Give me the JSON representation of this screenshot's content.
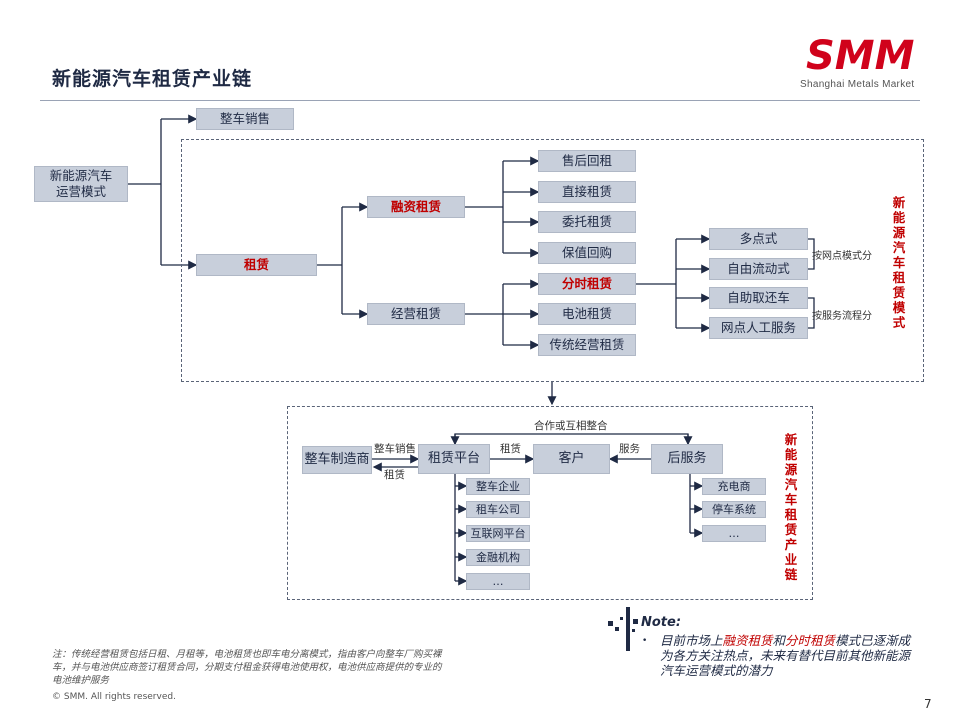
{
  "page": {
    "title": "新能源汽车租赁产业链",
    "logo_text": "SMM",
    "logo_subtitle": "Shanghai Metals Market",
    "page_number": "7",
    "colors": {
      "accent": "#c00000",
      "box_fill": "#c8cfdb",
      "text": "#1f2a44"
    }
  },
  "top_diagram": {
    "root": "新能源汽车\n运营模式",
    "sale": "整车销售",
    "lease": "租赁",
    "financing": "融资租赁",
    "operating": "经营租赁",
    "financing_items": [
      "售后回租",
      "直接租赁",
      "委托租赁",
      "保值回购"
    ],
    "operating_items": [
      "分时租赁",
      "电池租赁",
      "传统经营租赁"
    ],
    "timeshare_modes": [
      "多点式",
      "自由流动式",
      "自助取还车",
      "网点人工服务"
    ],
    "bracket_by_network": "按网点模式分",
    "bracket_by_service": "按服务流程分",
    "side_label": "新能源汽车租赁模式"
  },
  "bottom_diagram": {
    "manufacturer": "整车制造商",
    "platform": "租赁平台",
    "customer": "客户",
    "after_service": "后服务",
    "label_sale": "整车销售",
    "label_lease_back": "租赁",
    "label_lease": "租赁",
    "label_service": "服务",
    "label_cooperate": "合作或互相整合",
    "platform_items": [
      "整车企业",
      "租车公司",
      "互联网平台",
      "金融机构",
      "…"
    ],
    "service_items": [
      "充电商",
      "停车系统",
      "…"
    ],
    "side_label": "新能源汽车租赁产业链"
  },
  "note": {
    "title": "Note:",
    "text_before": "目前市场上",
    "highlight_1": "融资租赁",
    "text_and": "和",
    "highlight_2": "分时租赁",
    "text_after": "模式已逐渐成为各方关注热点，未来有替代目前其他新能源汽车运营模式的潜力"
  },
  "footnote": "注：传统经营租赁包括日租、月租等，电池租赁也即车电分离模式，指由客户向整车厂购买裸车，并与电池供应商签订租赁合同，分期支付租金获得电池使用权，电池供应商提供的专业的电池维护服务",
  "copyright": "© SMM. All rights reserved."
}
